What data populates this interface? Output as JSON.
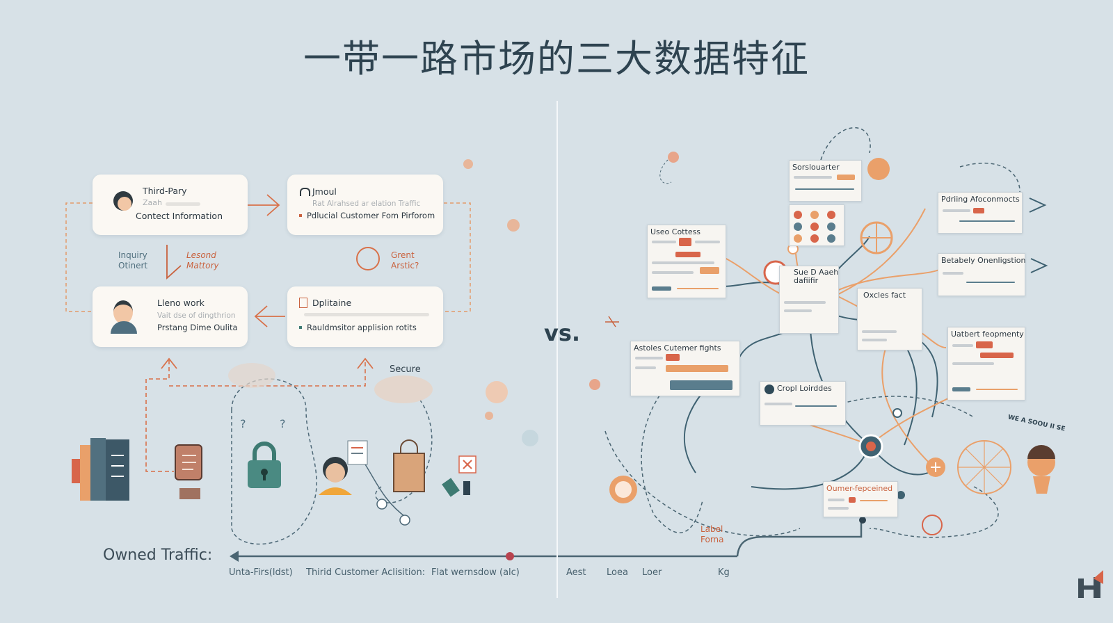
{
  "title": "一带一路市场的三大数据特征",
  "vs_label": "vs.",
  "left_panel": {
    "cards": [
      {
        "title": "Third-Pary",
        "faint": "Zaah",
        "line": "Contect Information"
      },
      {
        "title": "Jmoul",
        "faint": "Rat Alrahsed ar elation Traffic",
        "line": "Pdlucial Customer Fom Pirforom"
      },
      {
        "title": "Lleno work",
        "faint": "Vait dse of dingthrion",
        "line": "Prstang Dime Oulita"
      },
      {
        "title": "Dplitaine",
        "faint": "",
        "line": "Rauldmsitor applision rotits"
      }
    ],
    "side_labels": {
      "inquiry": "Inquiry\nOtinert",
      "lesond": "Lesond\nMattory",
      "grent": "Grent\nArstic?"
    },
    "secure_label": "Secure"
  },
  "right_panel": {
    "cards": [
      {
        "title": "Sorslouarter"
      },
      {
        "title": "Useo Cottess"
      },
      {
        "title": "Pdriing Afoconmocts"
      },
      {
        "title": "Sue D Aaeh\ndafiifir"
      },
      {
        "title": "Betabely Onenligstion"
      },
      {
        "title": "Oxcles fact"
      },
      {
        "title": "Astoles Cutemer fights"
      },
      {
        "title": "Uatbert feopmenty"
      },
      {
        "title": "Cropl Loirddes"
      },
      {
        "title": "Oumer-fepceined"
      }
    ],
    "label_forma": "Label\nForna",
    "corner_text": "WE A SOOU II SE"
  },
  "axis": {
    "owned_label": "Owned Traffic:",
    "ticks": [
      "Unta-Firs(ldst)",
      "Thirid Customer Aclisition:",
      "Flat wernsdow (alc)",
      "Aest",
      "Loea",
      "Loer",
      "Kg"
    ]
  },
  "colors": {
    "background": "#d7e1e7",
    "accent_orange": "#e9a06a",
    "accent_rust": "#d8654a",
    "slate": "#4f6f80"
  }
}
